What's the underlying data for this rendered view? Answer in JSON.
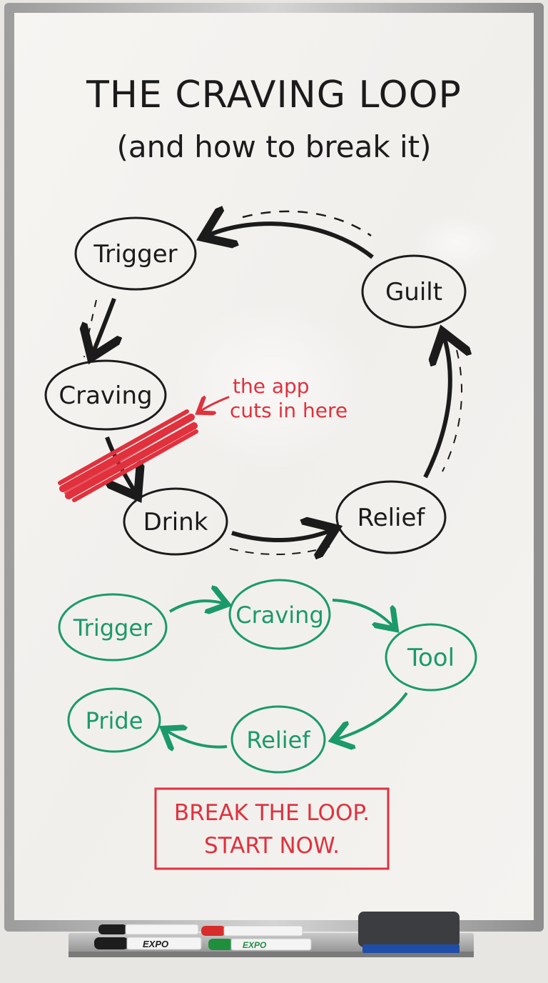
{
  "title": "THE CRAVING LOOP",
  "subtitle": "(and how to break it)",
  "old_loop": {
    "color": "#1b1b1b",
    "nodes": [
      "Trigger",
      "Guilt",
      "Craving",
      "Drink",
      "Relief"
    ]
  },
  "annotation": {
    "line1": "the app",
    "line2": "cuts in here",
    "color": "#e0313d"
  },
  "new_loop": {
    "color": "#1a9a6a",
    "nodes": [
      "Trigger",
      "Craving",
      "Tool",
      "Pride",
      "Relief"
    ]
  },
  "callout": {
    "line1": "BREAK THE LOOP.",
    "line2": "START NOW.",
    "color": "#e0313d"
  },
  "tray": {
    "marker_brands": [
      "EXPO",
      "EXPO"
    ]
  }
}
